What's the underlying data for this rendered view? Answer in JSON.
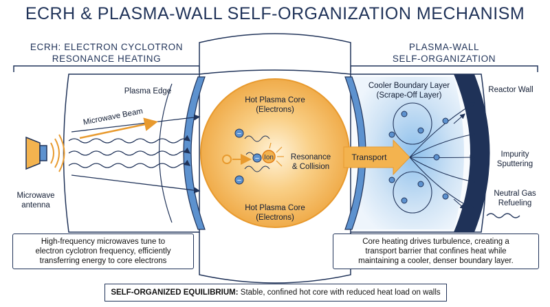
{
  "title": "ECRH & PLASMA-WALL SELF-ORGANIZATION MECHANISM",
  "left_section": {
    "line1": "ECRH: ELECTRON CYCLOTRON",
    "line2": "RESONANCE HEATING"
  },
  "right_section": {
    "line1": "PLASMA-WALL",
    "line2": "SELF-ORGANIZATION"
  },
  "labels": {
    "plasma_edge": "Plasma Edge",
    "microwave_beam": "Microwave Beam",
    "antenna_line1": "Microwave",
    "antenna_line2": "antenna",
    "core_top_line1": "Hot Plasma Core",
    "core_top_line2": "(Electrons)",
    "core_bottom_line1": "Hot Plasma Core",
    "core_bottom_line2": "(Electrons)",
    "resonance_line1": "Resonance",
    "resonance_line2": "& Collision",
    "ion": "Ion",
    "electron_symbol": "−",
    "transport": "Transport",
    "boundary_line1": "Cooler Boundary Layer",
    "boundary_line2": "(Scrape-Off Layer)",
    "reactor_wall": "Reactor Wall",
    "impurity_line1": "Impurity",
    "impurity_line2": "Sputtering",
    "neutral_line1": "Neutral Gas",
    "neutral_line2": "Refueling"
  },
  "left_box": {
    "line1": "High-frequency microwaves tune to",
    "line2": "electron cyclotron frequency, efficiently",
    "line3": "transferring energy to core electrons"
  },
  "right_box": {
    "line1": "Core heating drives turbulence, creating a",
    "line2": "transport barrier that confines heat while",
    "line3": "maintaining a cooler, denser boundary layer."
  },
  "footer": {
    "bold": "SELF-ORGANIZED EQUILIBRIUM:",
    "text": " Stable, confined hot core with reduced heat load on walls"
  },
  "colors": {
    "navy": "#1f3258",
    "core_orange": "#f2a94a",
    "core_light": "#fde6bf",
    "edge_blue": "#4f86c6",
    "boundary_blue": "#cfe3f5"
  }
}
